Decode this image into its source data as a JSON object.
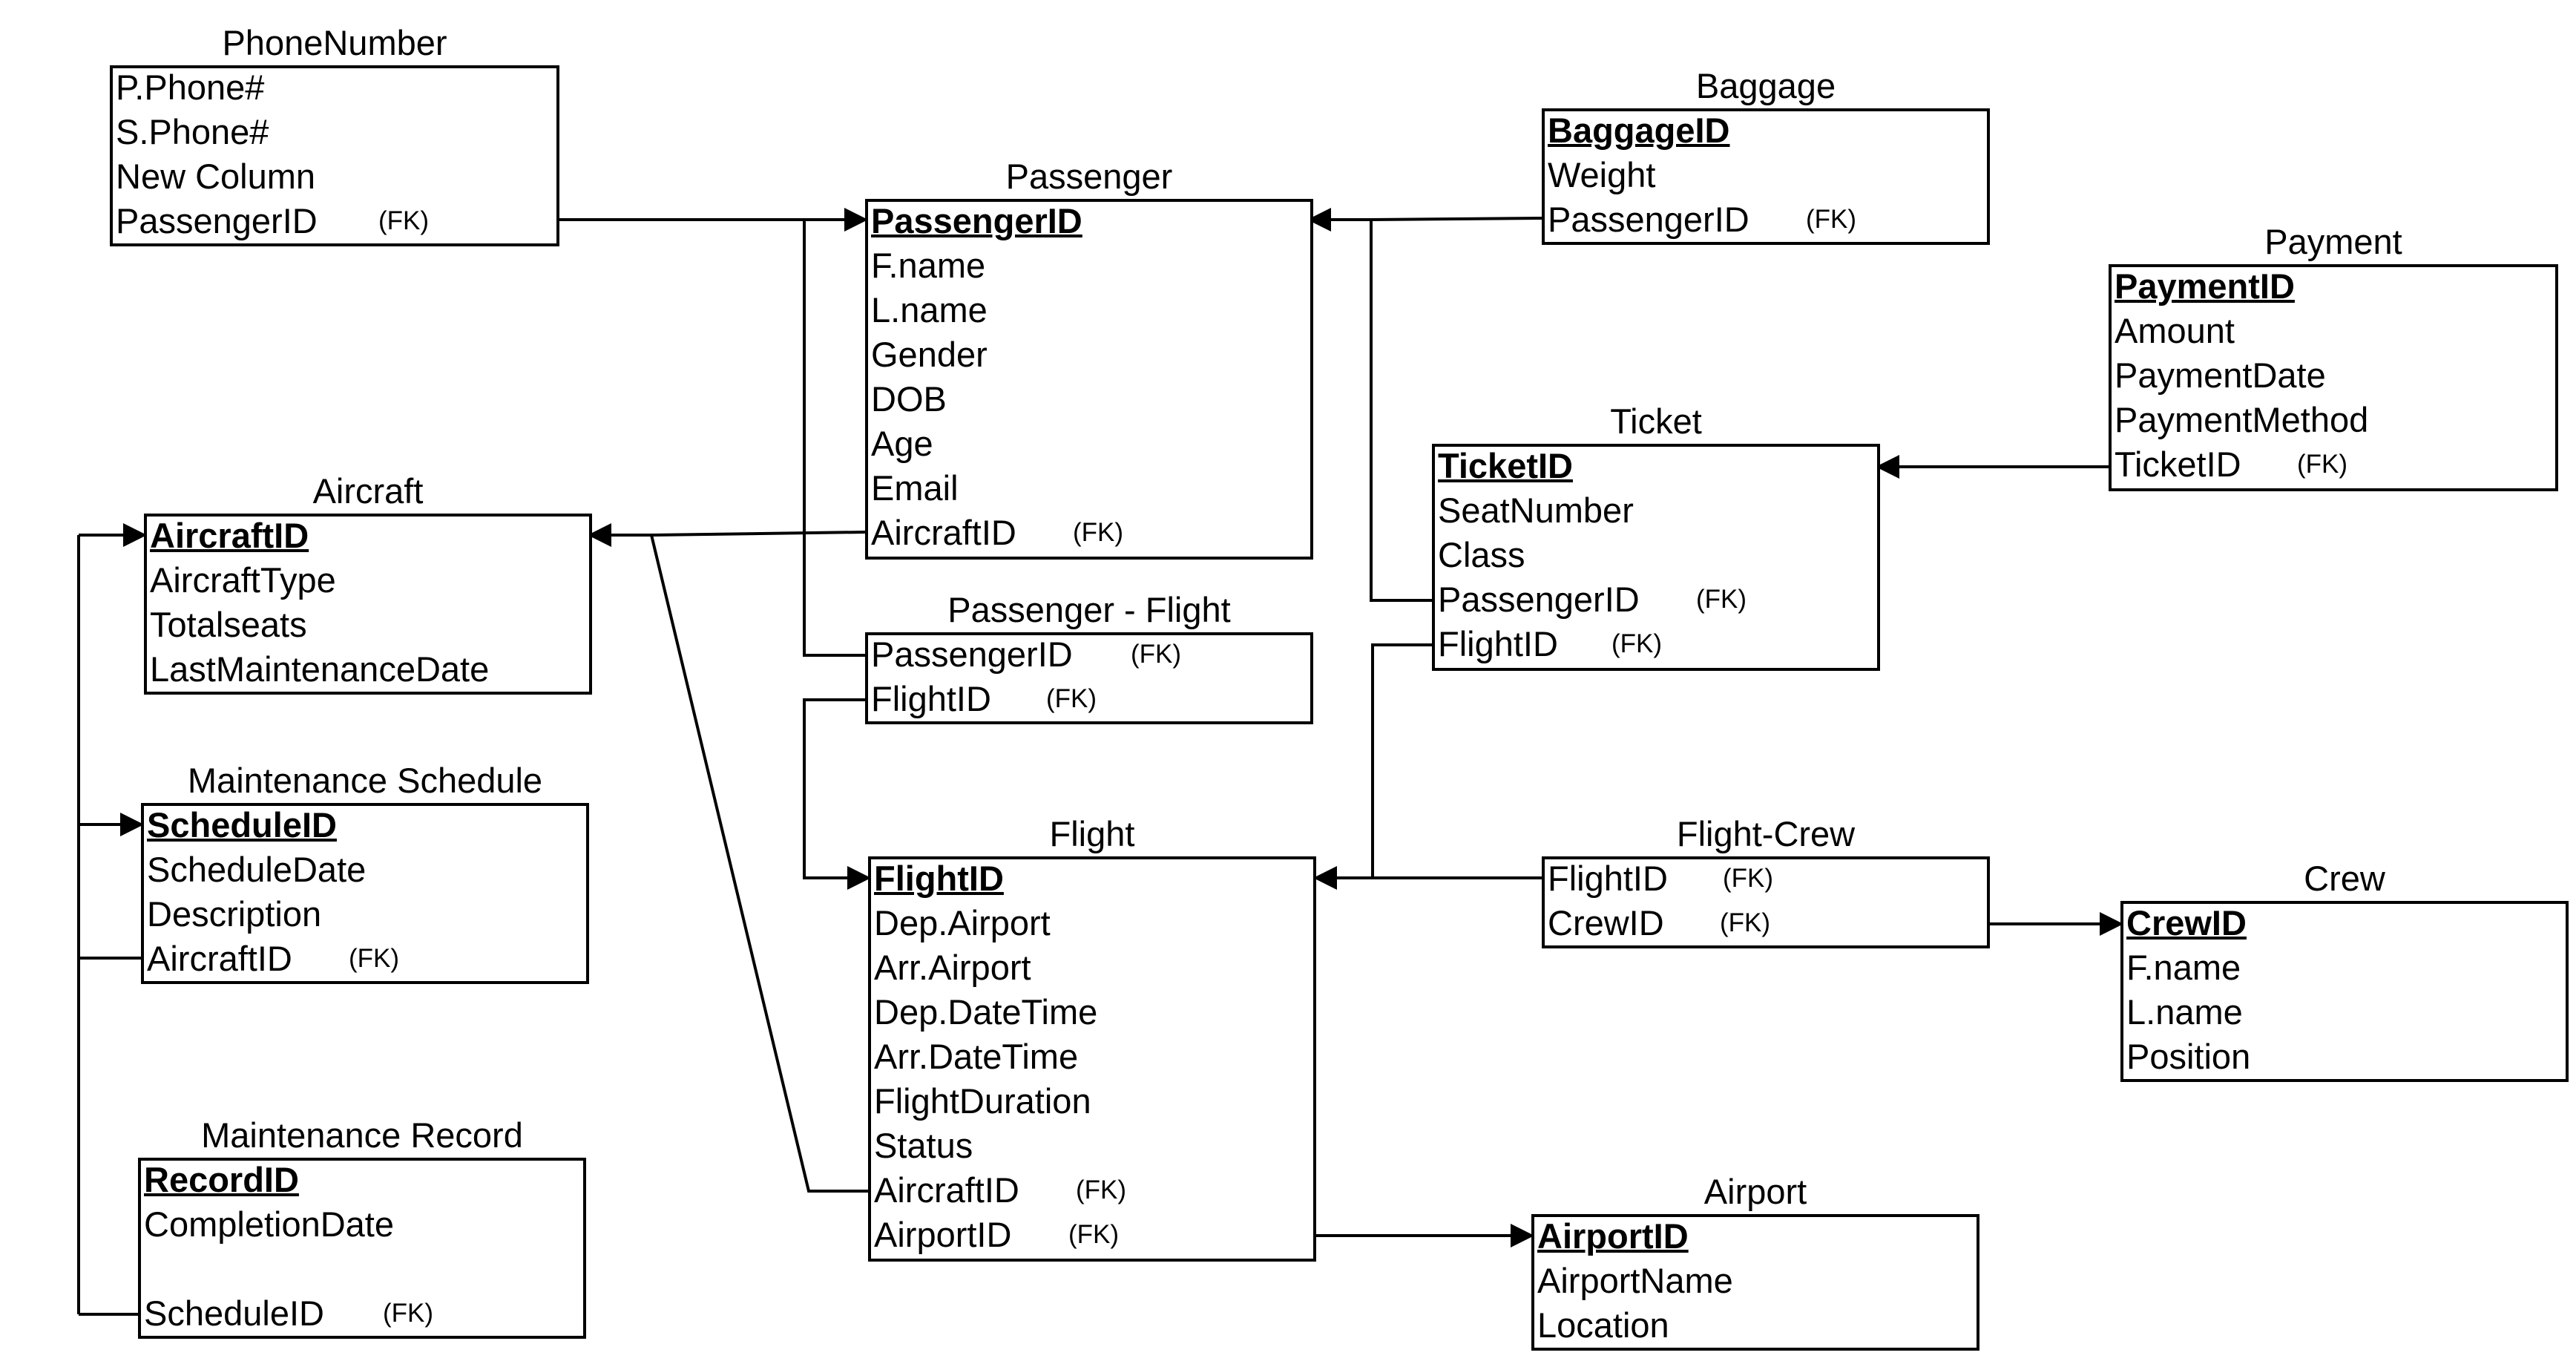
{
  "entities": {
    "phone_number": {
      "title": "PhoneNumber",
      "attributes": [
        {
          "name": "P.Phone#",
          "pk": false,
          "fk": ""
        },
        {
          "name": "S.Phone#",
          "pk": false,
          "fk": ""
        },
        {
          "name": "New Column",
          "pk": false,
          "fk": ""
        },
        {
          "name": "PassengerID",
          "pk": false,
          "fk": "(FK)"
        }
      ]
    },
    "passenger": {
      "title": "Passenger",
      "attributes": [
        {
          "name": "PassengerID",
          "pk": true,
          "fk": ""
        },
        {
          "name": "F.name",
          "pk": false,
          "fk": ""
        },
        {
          "name": "L.name",
          "pk": false,
          "fk": ""
        },
        {
          "name": "Gender",
          "pk": false,
          "fk": ""
        },
        {
          "name": "DOB",
          "pk": false,
          "fk": ""
        },
        {
          "name": "Age",
          "pk": false,
          "fk": ""
        },
        {
          "name": "Email",
          "pk": false,
          "fk": ""
        },
        {
          "name": "AircraftID",
          "pk": false,
          "fk": "(FK)"
        }
      ]
    },
    "baggage": {
      "title": "Baggage",
      "attributes": [
        {
          "name": "BaggageID",
          "pk": true,
          "fk": ""
        },
        {
          "name": "Weight",
          "pk": false,
          "fk": ""
        },
        {
          "name": "PassengerID",
          "pk": false,
          "fk": "(FK)"
        }
      ]
    },
    "payment": {
      "title": "Payment",
      "attributes": [
        {
          "name": "PaymentID",
          "pk": true,
          "fk": ""
        },
        {
          "name": "Amount",
          "pk": false,
          "fk": ""
        },
        {
          "name": "PaymentDate",
          "pk": false,
          "fk": ""
        },
        {
          "name": "PaymentMethod",
          "pk": false,
          "fk": ""
        },
        {
          "name": "TicketID",
          "pk": false,
          "fk": "(FK)"
        }
      ]
    },
    "ticket": {
      "title": "Ticket",
      "attributes": [
        {
          "name": "TicketID",
          "pk": true,
          "fk": ""
        },
        {
          "name": "SeatNumber",
          "pk": false,
          "fk": ""
        },
        {
          "name": "Class",
          "pk": false,
          "fk": ""
        },
        {
          "name": "PassengerID",
          "pk": false,
          "fk": "(FK)"
        },
        {
          "name": "FlightID",
          "pk": false,
          "fk": "(FK)"
        }
      ]
    },
    "aircraft": {
      "title": "Aircraft",
      "attributes": [
        {
          "name": "AircraftID",
          "pk": true,
          "fk": ""
        },
        {
          "name": "AircraftType",
          "pk": false,
          "fk": ""
        },
        {
          "name": "Totalseats",
          "pk": false,
          "fk": ""
        },
        {
          "name": "LastMaintenanceDate",
          "pk": false,
          "fk": ""
        }
      ]
    },
    "passenger_flight": {
      "title": "Passenger - Flight",
      "attributes": [
        {
          "name": "PassengerID",
          "pk": false,
          "fk": "(FK)"
        },
        {
          "name": "FlightID",
          "pk": false,
          "fk": "(FK)"
        }
      ]
    },
    "maintenance_schedule": {
      "title": "Maintenance Schedule",
      "attributes": [
        {
          "name": "ScheduleID",
          "pk": true,
          "fk": ""
        },
        {
          "name": "ScheduleDate",
          "pk": false,
          "fk": ""
        },
        {
          "name": "Description",
          "pk": false,
          "fk": ""
        },
        {
          "name": "AircraftID",
          "pk": false,
          "fk": "(FK)"
        }
      ]
    },
    "flight": {
      "title": "Flight",
      "attributes": [
        {
          "name": "FlightID",
          "pk": true,
          "fk": ""
        },
        {
          "name": "Dep.Airport",
          "pk": false,
          "fk": ""
        },
        {
          "name": "Arr.Airport",
          "pk": false,
          "fk": ""
        },
        {
          "name": "Dep.DateTime",
          "pk": false,
          "fk": ""
        },
        {
          "name": "Arr.DateTime",
          "pk": false,
          "fk": ""
        },
        {
          "name": "FlightDuration",
          "pk": false,
          "fk": ""
        },
        {
          "name": "Status",
          "pk": false,
          "fk": ""
        },
        {
          "name": "AircraftID",
          "pk": false,
          "fk": "(FK)"
        },
        {
          "name": "AirportID",
          "pk": false,
          "fk": "(FK)"
        }
      ]
    },
    "flight_crew": {
      "title": "Flight-Crew",
      "attributes": [
        {
          "name": "FlightID",
          "pk": false,
          "fk": "(FK)"
        },
        {
          "name": "CrewID",
          "pk": false,
          "fk": "(FK)"
        }
      ]
    },
    "crew": {
      "title": "Crew",
      "attributes": [
        {
          "name": "CrewID",
          "pk": true,
          "fk": ""
        },
        {
          "name": "F.name",
          "pk": false,
          "fk": ""
        },
        {
          "name": "L.name",
          "pk": false,
          "fk": ""
        },
        {
          "name": "Position",
          "pk": false,
          "fk": ""
        }
      ]
    },
    "maintenance_record": {
      "title": "Maintenance Record",
      "attributes": [
        {
          "name": "RecordID",
          "pk": true,
          "fk": ""
        },
        {
          "name": "CompletionDate",
          "pk": false,
          "fk": ""
        },
        {
          "name": "",
          "pk": false,
          "fk": ""
        },
        {
          "name": "ScheduleID",
          "pk": false,
          "fk": "(FK)"
        }
      ]
    },
    "airport": {
      "title": "Airport",
      "attributes": [
        {
          "name": "AirportID",
          "pk": true,
          "fk": ""
        },
        {
          "name": "AirportName",
          "pk": false,
          "fk": ""
        },
        {
          "name": "Location",
          "pk": false,
          "fk": ""
        }
      ]
    }
  },
  "relationships": [
    {
      "from": "phone_number.PassengerID",
      "to": "passenger.PassengerID"
    },
    {
      "from": "baggage.PassengerID",
      "to": "passenger.PassengerID"
    },
    {
      "from": "ticket.PassengerID",
      "to": "passenger.PassengerID"
    },
    {
      "from": "passenger_flight.PassengerID",
      "to": "passenger.PassengerID"
    },
    {
      "from": "passenger.AircraftID",
      "to": "aircraft.AircraftID"
    },
    {
      "from": "flight.AircraftID",
      "to": "aircraft.AircraftID"
    },
    {
      "from": "maintenance_schedule.AircraftID",
      "to": "aircraft.AircraftID"
    },
    {
      "from": "maintenance_record.ScheduleID",
      "to": "maintenance_schedule.ScheduleID"
    },
    {
      "from": "payment.TicketID",
      "to": "ticket.TicketID"
    },
    {
      "from": "passenger_flight.FlightID",
      "to": "flight.FlightID"
    },
    {
      "from": "ticket.FlightID",
      "to": "flight.FlightID"
    },
    {
      "from": "flight_crew.FlightID",
      "to": "flight.FlightID"
    },
    {
      "from": "flight_crew.CrewID",
      "to": "crew.CrewID"
    },
    {
      "from": "flight.AirportID",
      "to": "airport.AirportID"
    }
  ]
}
